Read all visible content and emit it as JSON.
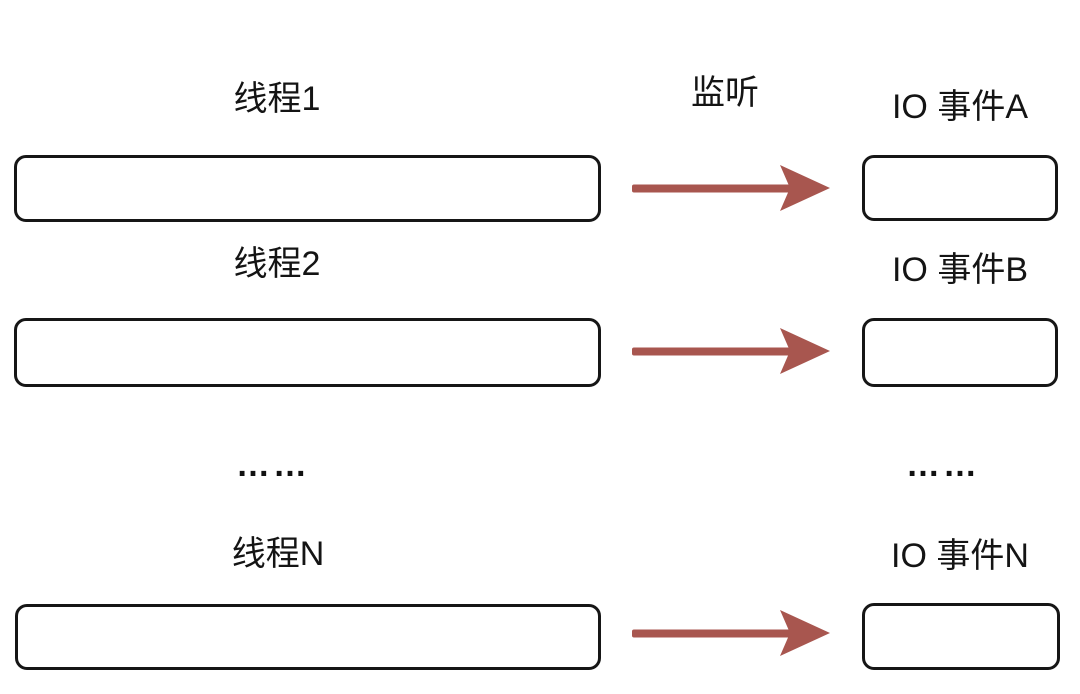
{
  "diagram": {
    "listen_label": "监听",
    "arrow_color": "#a8564f",
    "box_border_color": "#161616",
    "box_fill_color": "#ffffff",
    "text_color": "#141414",
    "ellipsis_left": "……",
    "ellipsis_right": "……",
    "rows": [
      {
        "thread_label": "线程1",
        "event_label": "IO 事件A"
      },
      {
        "thread_label": "线程2",
        "event_label": "IO 事件B"
      },
      {
        "thread_label": "线程N",
        "event_label": "IO 事件N"
      }
    ]
  }
}
